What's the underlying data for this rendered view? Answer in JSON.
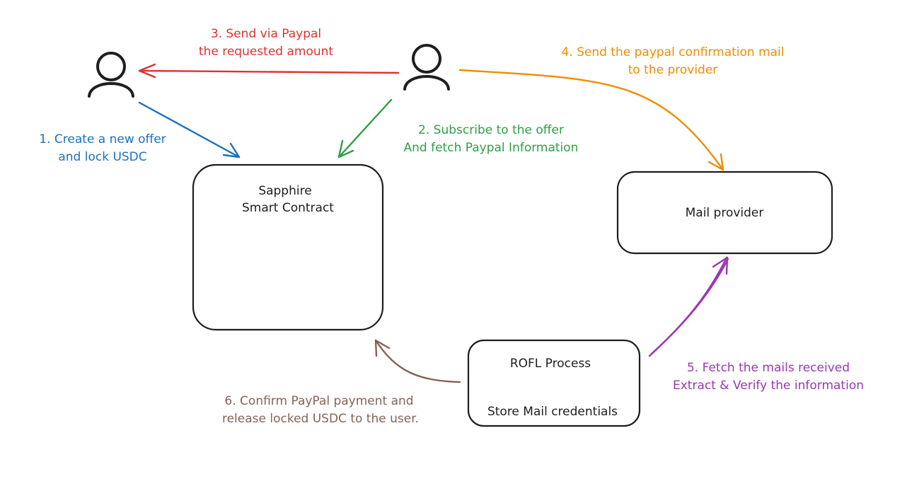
{
  "colors": {
    "ink": "#1e1e1e",
    "blue": "#1971c2",
    "green": "#2f9e44",
    "red": "#e03131",
    "orange": "#f08c00",
    "purple": "#9c36b5",
    "brown": "#846358"
  },
  "nodes": {
    "user_left": {
      "icon": "person-icon"
    },
    "user_right": {
      "icon": "person-icon"
    },
    "sapphire": {
      "line1": "Sapphire",
      "line2": "Smart Contract"
    },
    "mail_provider": {
      "label": "Mail provider"
    },
    "rofl": {
      "title": "ROFL Process",
      "subtitle": "Store Mail credentials"
    }
  },
  "edges": {
    "step1": {
      "line1": "1. Create a new offer",
      "line2": "and lock USDC"
    },
    "step2": {
      "line1": "2. Subscribe to the offer",
      "line2": "And fetch Paypal Information"
    },
    "step3": {
      "line1": "3. Send via Paypal",
      "line2": "the requested amount"
    },
    "step4": {
      "line1": "4. Send the paypal confirmation mail",
      "line2": "to the provider"
    },
    "step5": {
      "line1": "5. Fetch the mails received",
      "line2": "Extract & Verify the information"
    },
    "step6": {
      "line1": "6. Confirm PayPal payment and",
      "line2": "release locked USDC to the user."
    }
  }
}
